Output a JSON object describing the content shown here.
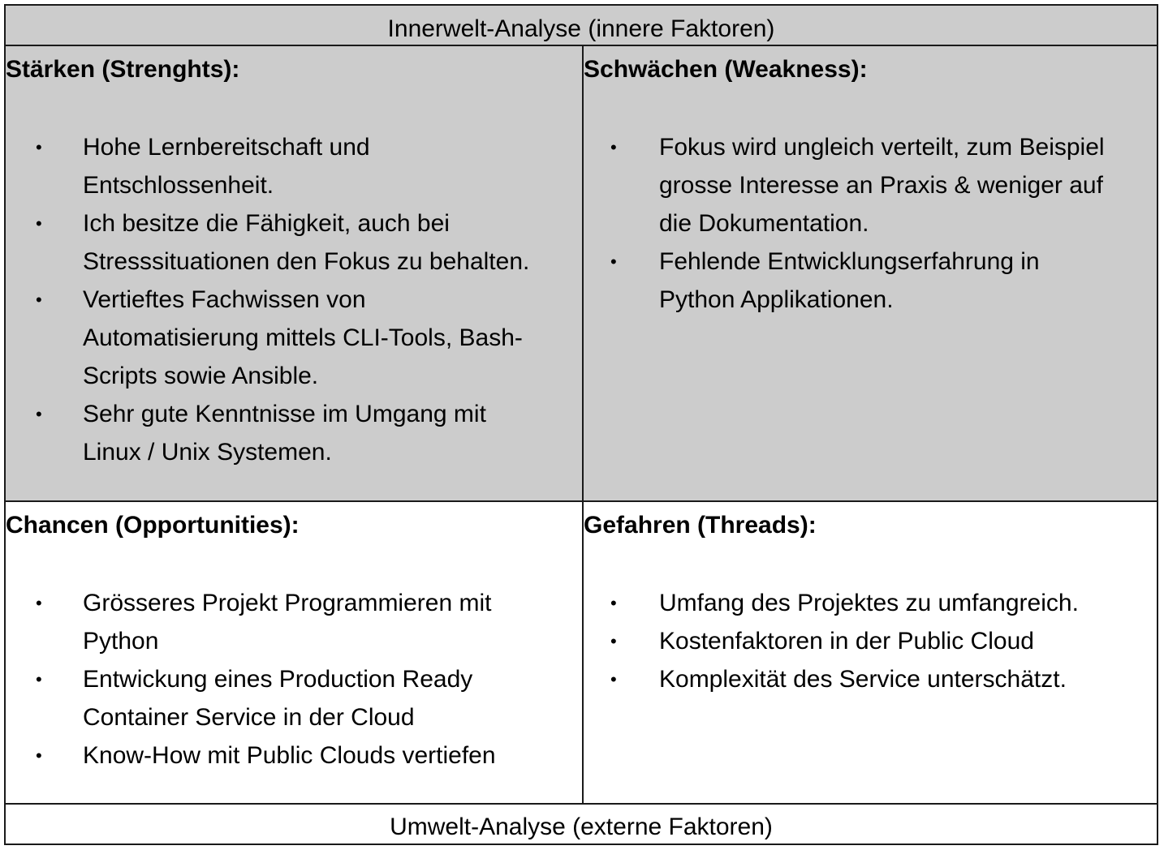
{
  "internal_label": "Innerwelt-Analyse (innere Faktoren)",
  "external_label": "Umwelt-Analyse (externe Faktoren)",
  "strengths": {
    "title": "Stärken (Strenghts):",
    "items": [
      "Hohe Lernbereitschaft und\nEntschlossenheit.",
      "Ich besitze die Fähigkeit, auch bei\nStresssituationen den Fokus zu behalten.",
      "Vertieftes Fachwissen von\nAutomatisierung mittels CLI-Tools, Bash-\nScripts sowie Ansible.",
      "Sehr gute Kenntnisse im Umgang mit\nLinux / Unix Systemen."
    ]
  },
  "weaknesses": {
    "title": "Schwächen (Weakness):",
    "items": [
      "Fokus wird ungleich verteilt, zum Beispiel\ngrosse Interesse an Praxis & weniger auf\ndie Dokumentation.",
      "Fehlende Entwicklungserfahrung in\nPython Applikationen."
    ]
  },
  "opportunities": {
    "title": "Chancen (Opportunities):",
    "items": [
      "Grösseres Projekt Programmieren mit\nPython",
      "Entwickung eines Production Ready\nContainer Service in der Cloud",
      "Know-How mit Public Clouds vertiefen"
    ]
  },
  "threats": {
    "title": "Gefahren (Threads):",
    "items": [
      "Umfang des Projektes zu umfangreich.",
      "Kostenfaktoren in der Public Cloud",
      "Komplexität des Service unterschätzt."
    ]
  },
  "bullet_glyph": "•",
  "colors": {
    "internal_fill": "#cccccc",
    "external_fill": "#ffffff",
    "border": "#1a1a1a"
  }
}
